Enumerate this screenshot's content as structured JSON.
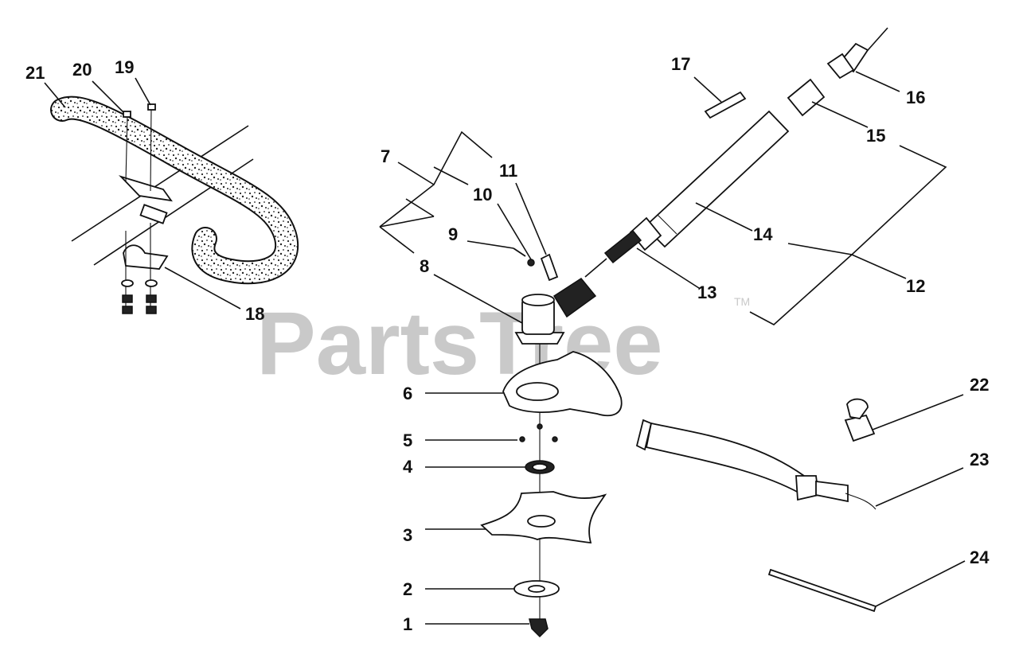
{
  "watermark": {
    "text": "PartsTree",
    "trademark": "TM"
  },
  "callouts": [
    {
      "id": "1",
      "label": "1"
    },
    {
      "id": "2",
      "label": "2"
    },
    {
      "id": "3",
      "label": "3"
    },
    {
      "id": "4",
      "label": "4"
    },
    {
      "id": "5",
      "label": "5"
    },
    {
      "id": "6",
      "label": "6"
    },
    {
      "id": "7",
      "label": "7"
    },
    {
      "id": "8",
      "label": "8"
    },
    {
      "id": "9",
      "label": "9"
    },
    {
      "id": "10",
      "label": "10"
    },
    {
      "id": "11",
      "label": "11"
    },
    {
      "id": "12",
      "label": "12"
    },
    {
      "id": "13",
      "label": "13"
    },
    {
      "id": "14",
      "label": "14"
    },
    {
      "id": "15",
      "label": "15"
    },
    {
      "id": "16",
      "label": "16"
    },
    {
      "id": "17",
      "label": "17"
    },
    {
      "id": "18",
      "label": "18"
    },
    {
      "id": "19",
      "label": "19"
    },
    {
      "id": "20",
      "label": "20"
    },
    {
      "id": "21",
      "label": "21"
    },
    {
      "id": "22",
      "label": "22"
    },
    {
      "id": "23",
      "label": "23"
    },
    {
      "id": "24",
      "label": "24"
    }
  ]
}
